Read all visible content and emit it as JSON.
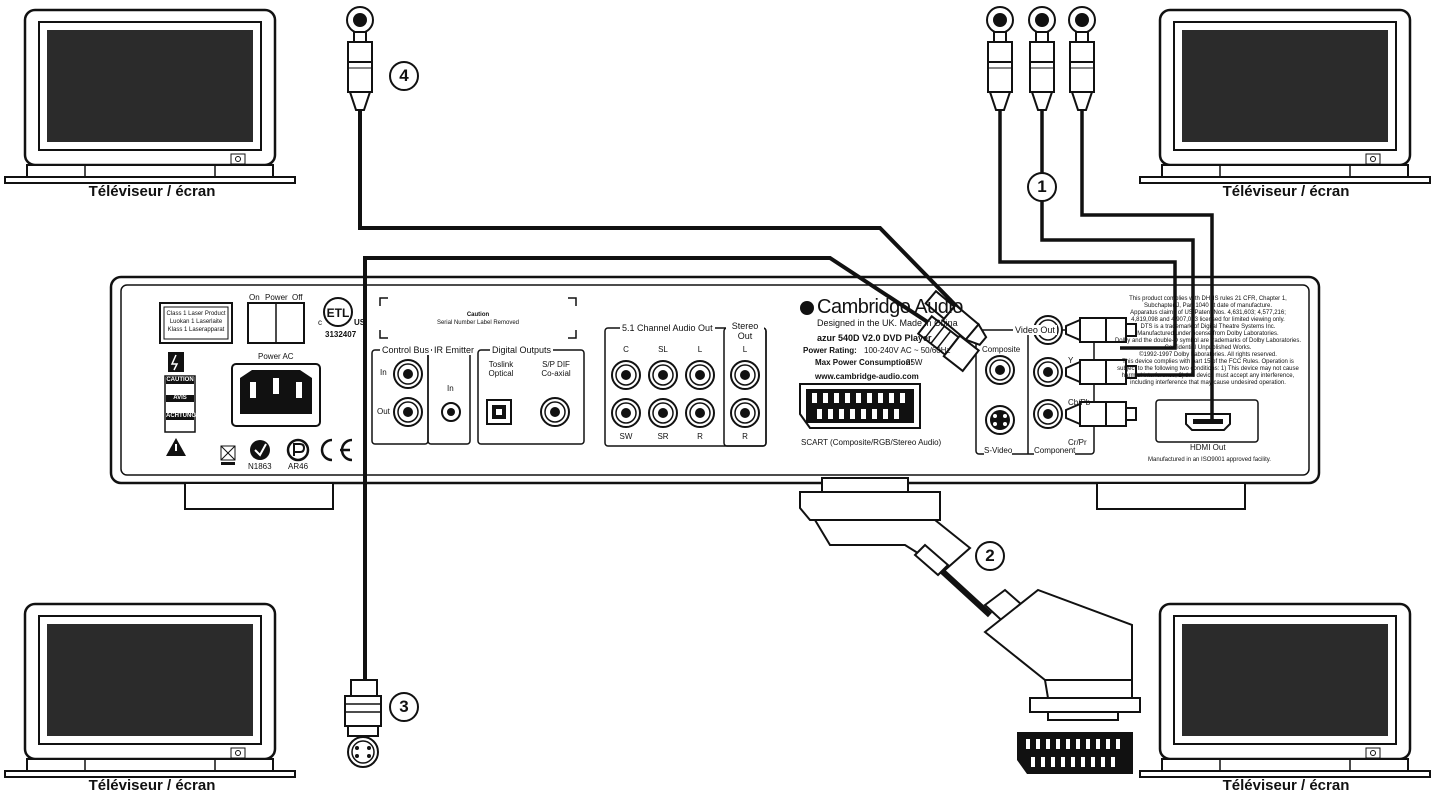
{
  "tv_caption": "Téléviseur / écran",
  "callouts": [
    "1",
    "2",
    "3",
    "4"
  ],
  "brand": "Cambridge Audio",
  "player": {
    "designed": "Designed in the UK. Made in China",
    "model": "azur 540D V2.0 DVD Player",
    "power_rating_label": "Power Rating:",
    "power_rating_value": "100-240V AC ~ 50/60Hz",
    "max_power_label": "Max Power Consumption:",
    "max_power_value": "25W",
    "website": "www.cambridge-audio.com"
  },
  "laser_label": [
    "Class 1 Laser Product",
    "Luokan 1 Laserlaite",
    "Klass 1 Laserapparat"
  ],
  "power_switch": {
    "on": "On",
    "power": "Power",
    "off": "Off"
  },
  "power_ac": "Power AC",
  "certification": {
    "number": "3132407",
    "c": "c",
    "us": "US"
  },
  "warning_labels": [
    "CAUTION",
    "AVIS",
    "ACHTUNG"
  ],
  "regulatory_marks": [
    "N1863",
    "AR46"
  ],
  "caution_box": {
    "title": "Caution",
    "text": "Serial Number Label Removed"
  },
  "control_bus": {
    "title": "Control Bus",
    "in": "In",
    "out": "Out"
  },
  "ir_emitter": {
    "title": "IR Emitter",
    "in": "In"
  },
  "digital_outputs": {
    "title": "Digital Outputs",
    "toslink": "Toslink Optical",
    "spdif": "S/P DIF Co-axial"
  },
  "audio_51": {
    "title": "5.1 Channel Audio Out",
    "top": [
      "C",
      "SL",
      "L"
    ],
    "bottom": [
      "SW",
      "SR",
      "R"
    ]
  },
  "stereo_out": {
    "title": "Stereo Out",
    "l": "L",
    "r": "R"
  },
  "scart_label": "SCART (Composite/RGB/Stereo Audio)",
  "video_out": {
    "title": "Video Out",
    "composite": "Composite",
    "svideo": "S-Video",
    "component": "Component",
    "y": "Y",
    "cb": "Cb/Pb",
    "cr": "Cr/Pr"
  },
  "hdmi": {
    "label": "HDMI Out",
    "manufactured": "Manufactured in an ISO9001 approved facility."
  },
  "compliance_text": [
    "This product complies with DHHS rules 21 CFR, Chapter 1,",
    "Subchapter J, Part 1040 at date of manufacture.",
    "Apparatus claims of US Patent Nos. 4,631,603; 4,577,216;",
    "4,819,098 and 4,907,093 licensed for limited viewing only.",
    "DTS is a trademark of Digital Theatre Systems Inc.",
    "Manufactured under license from Dolby Laboratories.",
    "Dolby and the double-D symbol are trademarks of Dolby Laboratories.",
    "Confidential Unpublished Works.",
    "©1992-1997 Dolby Laboratories. All rights reserved.",
    "This device complies with part 15 of the FCC Rules. Operation is",
    "subject to the following two conditions: 1) This device may not cause",
    "harmful interference, 2) this device must accept any interference,",
    "including interference that may cause undesired operation."
  ]
}
